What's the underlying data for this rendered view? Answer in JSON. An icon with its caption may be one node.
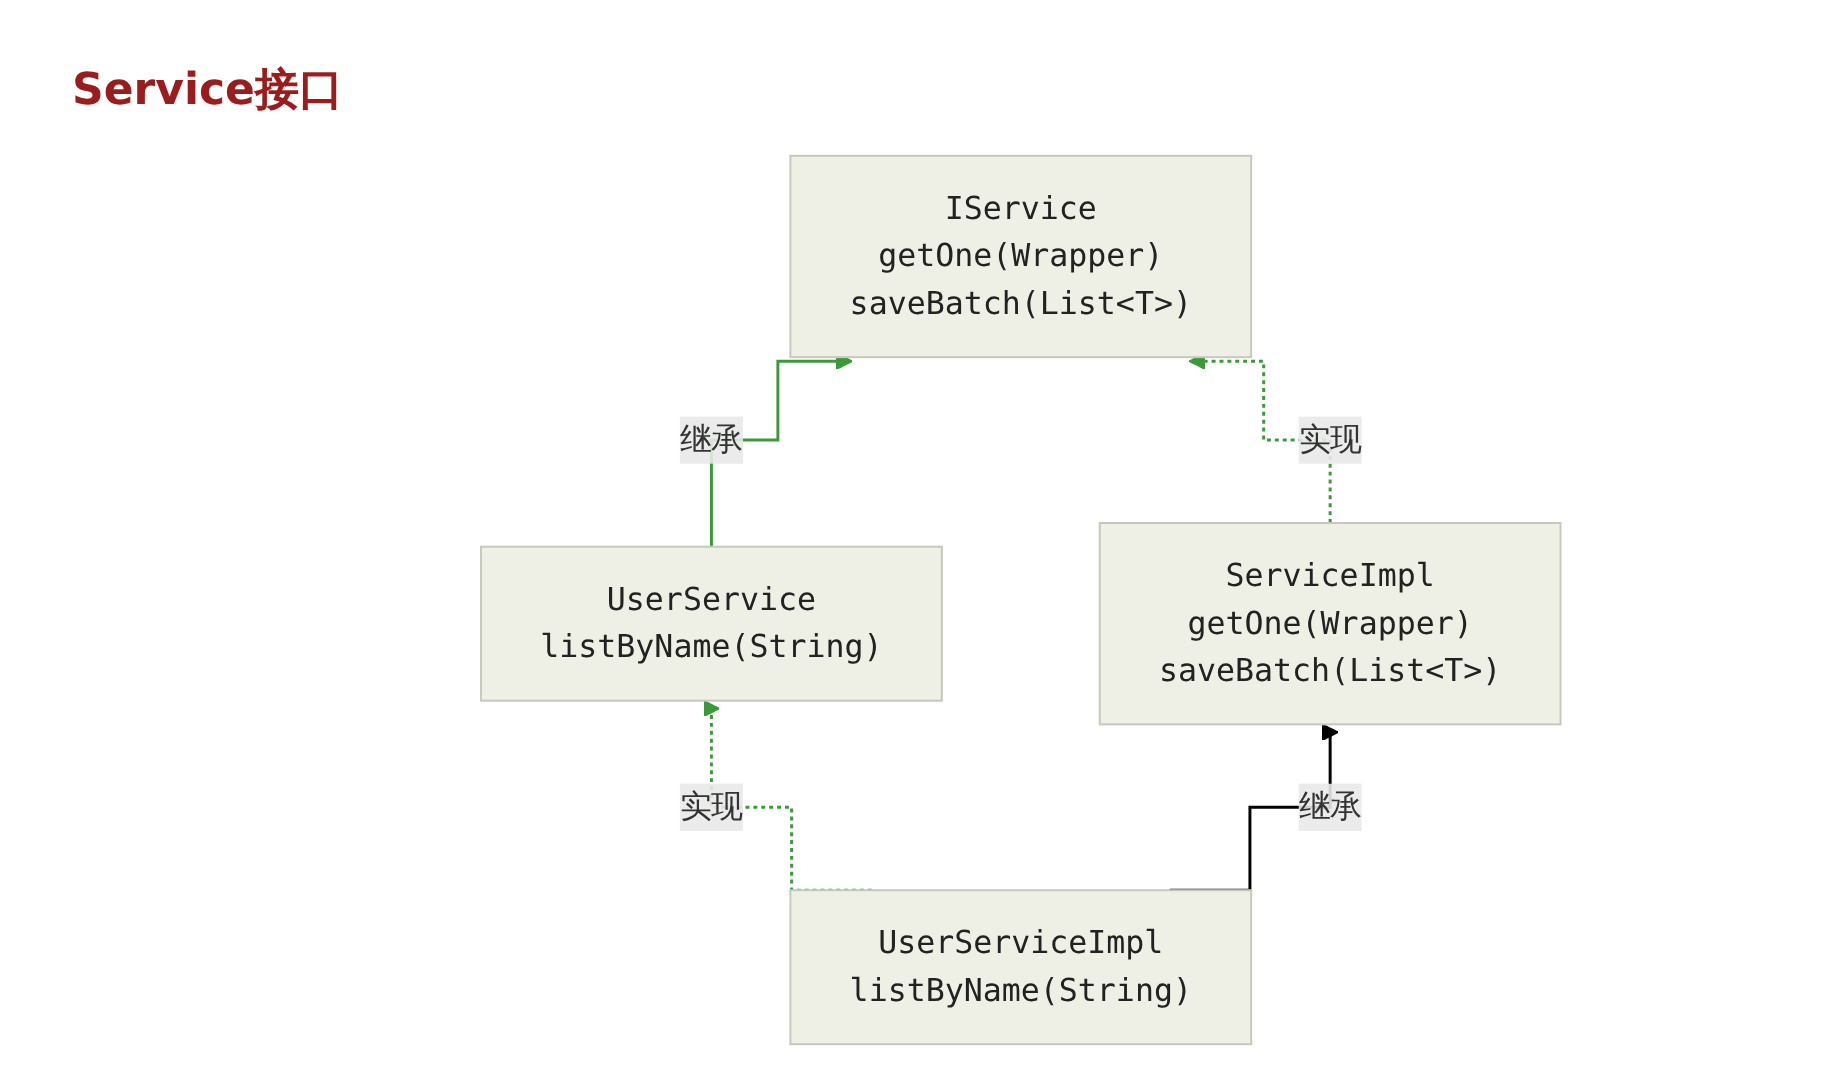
{
  "diagram": {
    "title": "Service接口",
    "nodes": [
      {
        "text": [
          "IService",
          "getOne(Wrapper)",
          "saveBatch(List<T>)"
        ]
      },
      {
        "text": [
          "UserService",
          "listByName(String)"
        ]
      },
      {
        "text": [
          "ServiceImpl",
          "getOne(Wrapper)",
          "saveBatch(List<T>)"
        ]
      },
      {
        "text": [
          "UserServiceImpl",
          "listByName(String)"
        ]
      }
    ],
    "edges": [
      {
        "from": 1,
        "to": 0,
        "arrow": "to",
        "label": "继承"
      },
      {
        "from": 2,
        "to": 0,
        "arrow": "to",
        "label": "实现",
        "style": "dashed"
      },
      {
        "from": 3,
        "to": 1,
        "arrow": "to",
        "label": "实现",
        "style": "dashed"
      },
      {
        "from": 3,
        "to": 2,
        "arrow": "to",
        "label": "继承",
        "color": "#000000"
      }
    ]
  }
}
